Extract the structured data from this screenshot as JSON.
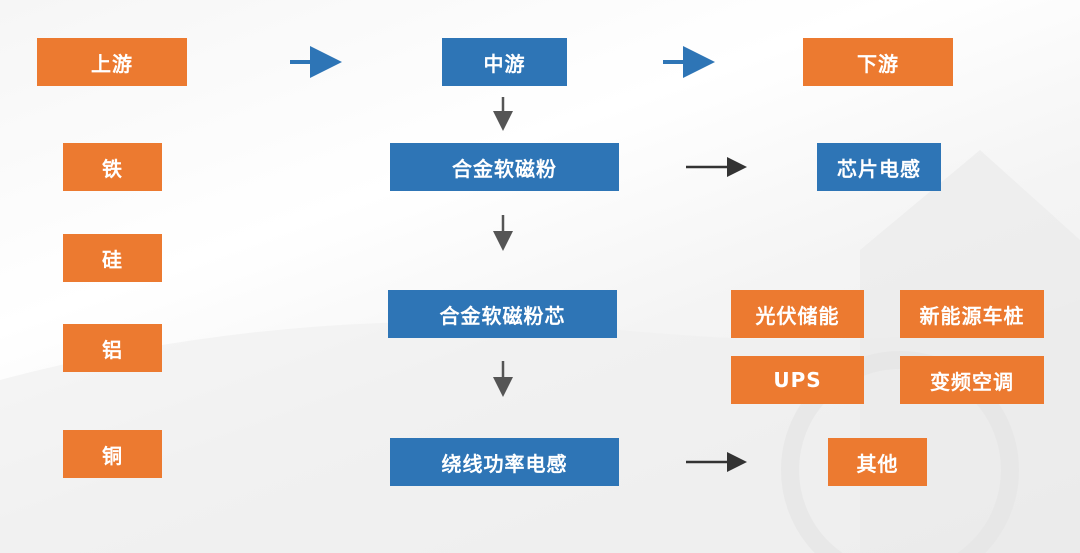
{
  "header": {
    "upstream": "上游",
    "midstream": "中游",
    "downstream": "下游"
  },
  "upstream_items": [
    "铁",
    "硅",
    "铝",
    "铜"
  ],
  "midstream_items": [
    "合金软磁粉",
    "合金软磁粉芯",
    "绕线功率电感"
  ],
  "downstream_items": {
    "chip_inductor": "芯片电感",
    "pv_storage": "光伏储能",
    "nev_charging": "新能源车桩",
    "ups": "UPS",
    "vf_ac": "变频空调",
    "other": "其他"
  },
  "colors": {
    "orange": "#ec7a30",
    "blue": "#2e75b6",
    "arrow_blue": "#2e75b6",
    "arrow_dark": "#333333",
    "arrow_gray": "#555555"
  }
}
